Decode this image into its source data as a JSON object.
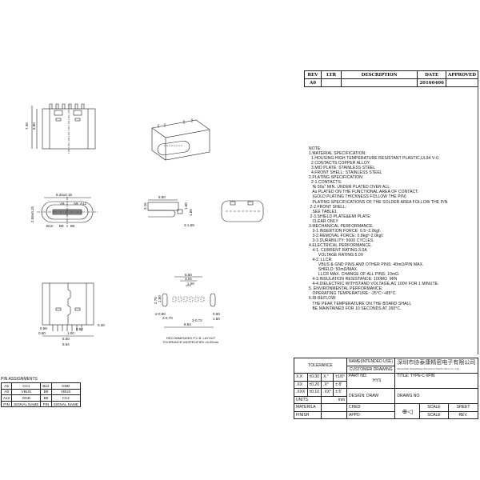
{
  "revision_table": {
    "headers": [
      "REV",
      "LTR",
      "DESCRIPTION",
      "DATE",
      "APPROVED"
    ],
    "rows": [
      [
        "A0",
        "",
        "",
        "20160406",
        ""
      ]
    ]
  },
  "notes": [
    "NOTE:",
    "1.MATERIAL SPECIFICATION:",
    "  1.HOUSING:HIGH TEMPERATURE RESISTANT PLASTIC,UL94 V-0.",
    "  2.CONTACTS:COPPER ALLOY",
    "  3.MID PLATE: STAINLESS STEEL",
    "  4.FRONT SHELL: STAINLESS STEEL",
    "2.PLATING SPECIFICATION:",
    "  2-1.CONTACTS:",
    "   Ni 50u\" MIN. UNDER PLATED OVER ALL.",
    "   Au PLATED ON THE FUNCTIONAL AREA OF CONTACT.",
    "   (GOLD PLATING THICKNESS FOLLOW THE P/N)",
    "   PLATING SPECIFICATIONS OF THE SOLDER AREA FOLLOW THE P/N",
    " 2-2.FRONT SHELL:",
    "   SEE TABLE1.",
    " 2-3.SHIELD PLATE&EMI PLATE:",
    "   CLEAR ONLY",
    "3.MECHANICAL PERFORMANCE.",
    "   3-1.INSERTION FORCE: 0.5~2.0kgf.",
    "   3-2.REMOVAL FORCE: 0.8kgf~2.0kgf.",
    "   3-3.DURABILITY: 5000 CYCLES.",
    "4.ELECTRICAL PERFORMANCE.",
    "   4-1. CURRENT RATING:3.0A",
    "        VOLTAGE RATING:5.0V",
    "   4-2. LLCR:",
    "        VBUS & GND PINS AND OTHER PINS: 40mΩ/PIN MAX.",
    "        SHIELD: 50mΩ/MAX.",
    "        LLCR MAX. CHANGE OF ALL PINS: 10mΩ.",
    "   4-3.INSULATION RESISTANCE: 100MΩ  MIN",
    "   4-4.DIELECTRIC WITHSTAND VOLTAGE,AC 100V FOR 1 MINUTE.",
    "5. ENVIRONMENTAL PERFORMANCE:",
    "   OPERATING TEMPERATURE: -25°C~+85°C.",
    "6.IR REFLOW:",
    "   THE PEAK TEMPERATURE ON THE BOARD SHALL",
    "   BE MAINTAINED FOR 10 SECONDS AT 260°C."
  ],
  "title_block": {
    "tolerance": "TOLERANCE",
    "tol_rows": [
      [
        "X.X",
        "±0.30",
        "X.°",
        "±1/0°"
      ],
      [
        ".XX",
        "±0.20",
        ".X°",
        "± 8'"
      ],
      [
        ".XXX",
        "±0.10",
        ".XX°",
        "± 5'"
      ]
    ],
    "units_label": "UNITS",
    "units_value": "mm",
    "material_label": "MATERILA",
    "finish_label": "FINISH",
    "name_label": "NAME(INTENDED USE)",
    "name_value": "CUSTOMER DRAWING",
    "part_no_label": "PART NO.",
    "part_no_value": "HYS",
    "design_label": "DESIGN:",
    "design_value": "DRAW",
    "checked_label": "CHED:",
    "approved_label": "APPD:",
    "company_cn": "深圳市协泰康精密电子有限公司",
    "company_en": "Shenzhen Xietaikang Precision Electronics Co.,Ltd",
    "title_label": "TITLE:",
    "title_value": "TYPE-C 6PIN",
    "drawing_no_label": "DRAWG NO.",
    "scale": "SCALE",
    "sheet": "SHEET",
    "rev": "REV."
  },
  "pin_assignments": {
    "title": "PIN ASSIGNMENTS",
    "rows": [
      [
        "A5",
        "CC1",
        "B12",
        "GND"
      ],
      [
        "A9",
        "VBUS",
        "B9",
        "VBUS"
      ],
      [
        "A12",
        "GND",
        "B5",
        "CC2"
      ],
      [
        "PIN",
        "SIGNAL NAME",
        "PIN",
        "SIGNAL NAME"
      ]
    ]
  },
  "drawing_labels": {
    "top_h1": "7.30",
    "top_h2": "6.80",
    "front_w": "8.34±0.15",
    "front_h": "2.56±0.15",
    "pins_top": [
      "A5",
      "A9",
      "A12"
    ],
    "pins_bottom": [
      "B12",
      "B9",
      "B5"
    ],
    "side_w": "6.80",
    "side_h1": "1.00",
    "side_h2": "3.16",
    "side_h3": "1.60",
    "side_lead": "2-1.69",
    "bottom_d1": "0.56",
    "bottom_d2": "0.60",
    "bottom_d3": "0.52",
    "bottom_d4": "1.00",
    "bottom_d5": "5.50",
    "bottom_d6": "0.30",
    "bottom_w": "8.64",
    "pcb_d1": "5.50",
    "pcb_d2": "3.04",
    "pcb_d3": "1.00",
    "pcb_d4": "2.70",
    "pcb_d5": "1.60",
    "pcb_d6": "2-0.80",
    "pcb_d7": "2-0.70",
    "pcb_d8": "2-0.72",
    "pcb_d9": "0.60",
    "pcb_d10": "1.50",
    "pcb_w": "8.64",
    "pcb_caption1": "RECOMMENDED  P.C.B. LAYOUT",
    "pcb_caption2": "TOLERANCE UNSPECIFIED ±0.05mm"
  }
}
